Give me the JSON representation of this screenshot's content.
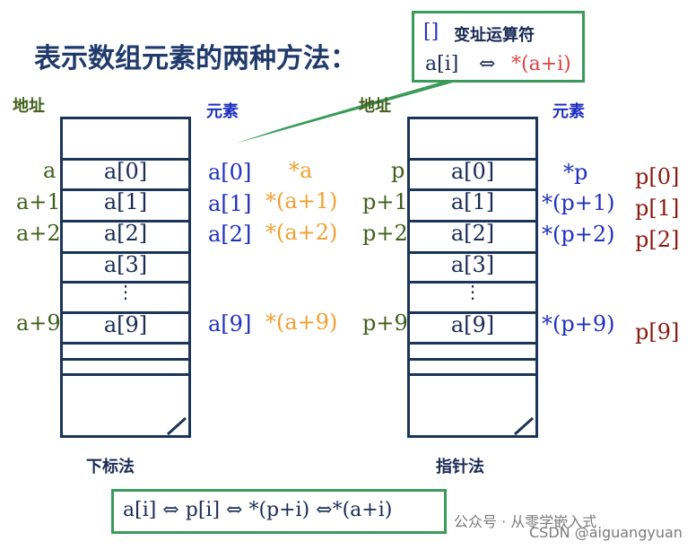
{
  "title": "表示数组元素的两种方法：",
  "callout": {
    "brackets": "[]",
    "label": "变址运算符",
    "expr_left": "a[i]",
    "arrow": "⇔",
    "expr_right": "*(a+i)"
  },
  "left_panel": {
    "address_header": "地址",
    "element_header": "元素",
    "caption": "下标法",
    "rows": [
      {
        "address": "a",
        "cell": "a[0]",
        "element": "a[0]",
        "pointer": "*a"
      },
      {
        "address": "a+1",
        "cell": "a[1]",
        "element": "a[1]",
        "pointer": "*(a+1)"
      },
      {
        "address": "a+2",
        "cell": "a[2]",
        "element": "a[2]",
        "pointer": "*(a+2)"
      },
      {
        "address": "",
        "cell": "a[3]",
        "element": "",
        "pointer": ""
      },
      {
        "address": "",
        "cell": "⋮",
        "element": "",
        "pointer": ""
      },
      {
        "address": "a+9",
        "cell": "a[9]",
        "element": "a[9]",
        "pointer": "*(a+9)"
      }
    ]
  },
  "right_panel": {
    "address_header": "地址",
    "element_header": "元素",
    "caption": "指针法",
    "rows": [
      {
        "address": "p",
        "cell": "a[0]",
        "pointer": "*p",
        "subscript": "p[0]"
      },
      {
        "address": "p+1",
        "cell": "a[1]",
        "pointer": "*(p+1)",
        "subscript": "p[1]"
      },
      {
        "address": "p+2",
        "cell": "a[2]",
        "pointer": "*(p+2)",
        "subscript": "p[2]"
      },
      {
        "address": "",
        "cell": "a[3]",
        "pointer": "",
        "subscript": ""
      },
      {
        "address": "",
        "cell": "⋮",
        "pointer": "",
        "subscript": ""
      },
      {
        "address": "p+9",
        "cell": "a[9]",
        "pointer": "*(p+9)",
        "subscript": "p[9]"
      }
    ]
  },
  "equivalence": "a[i] ⇔ p[i] ⇔ *(p+i) ⇔*(a+i)",
  "watermark": {
    "wechat": "公众号 · 从零学嵌入式",
    "csdn": "CSDN @aiguangyuan"
  }
}
